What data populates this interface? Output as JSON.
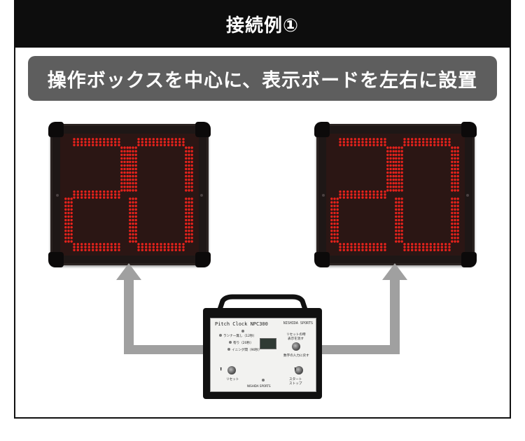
{
  "header": {
    "title": "接続例①"
  },
  "subtitle": {
    "text": "操作ボックスを中心に、表示ボードを左右に設置"
  },
  "displays": {
    "left": {
      "digits": "20",
      "led_color": "#e8221c"
    },
    "right": {
      "digits": "20",
      "led_color": "#e8221c"
    }
  },
  "control_box": {
    "title": "Pitch Clock NPC300",
    "brand": "NISHIDA SPORTS",
    "labels": {
      "runner_none": "ランナー無し（12秒）",
      "runner_yes": "有り（20秒）",
      "inning_break": "イニング間（90秒）",
      "reset_time": "リセットの時",
      "show_top": "表示を消す",
      "return_number": "数字の入力に戻す",
      "reset": "リセット",
      "start_stop_1": "スタート",
      "start_stop_2": "ストップ",
      "footer": "NISHIDA SPORTS"
    }
  },
  "colors": {
    "arrow": "#a0a0a0",
    "header_bg": "#0d0d0d",
    "pill_bg": "#5e5e5e"
  }
}
